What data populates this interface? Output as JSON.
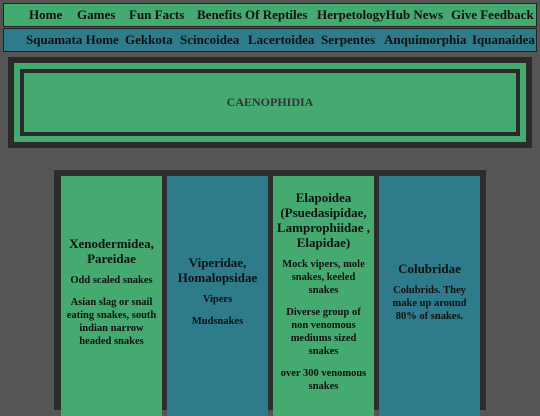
{
  "nav_primary": [
    {
      "label": "Home"
    },
    {
      "label": "Games"
    },
    {
      "label": "Fun Facts"
    },
    {
      "label": "Benefits Of Reptiles"
    },
    {
      "label": "HerpetologyHub News"
    },
    {
      "label": "Give Feedback"
    }
  ],
  "nav_secondary": [
    {
      "label": "Squamata Home"
    },
    {
      "label": "Gekkota"
    },
    {
      "label": "Scincoidea"
    },
    {
      "label": "Lacertoidea"
    },
    {
      "label": "Serpentes"
    },
    {
      "label": "Anquimorphia"
    },
    {
      "label": "Iquanaidea"
    }
  ],
  "banner": {
    "title": "CAENOPHIDIA"
  },
  "cards": [
    {
      "title": "Xenodermidea, Pareidae",
      "lines": [
        "Odd scaled snakes",
        "Asian slag or snail eating snakes, south indian narrow headed snakes"
      ]
    },
    {
      "title": "Viperidae, Homalopsidae",
      "lines": [
        "Vipers",
        "Mudsnakes"
      ]
    },
    {
      "title": "Elapoidea (Psuedasipidae, Lamprophiidae , Elapidae)",
      "lines": [
        "Mock vipers, mole snakes, keeled snakes",
        "Diverse group of non venomous mediums sized snakes",
        "over 300 venomous snakes"
      ]
    },
    {
      "title": "Colubridae",
      "lines": [
        "Colubrids. They make up around 80% of snakes."
      ]
    }
  ],
  "colors": {
    "green": "#44aa6f",
    "teal": "#2e7b8c",
    "background": "#555555",
    "frame": "#2a2a2a"
  }
}
